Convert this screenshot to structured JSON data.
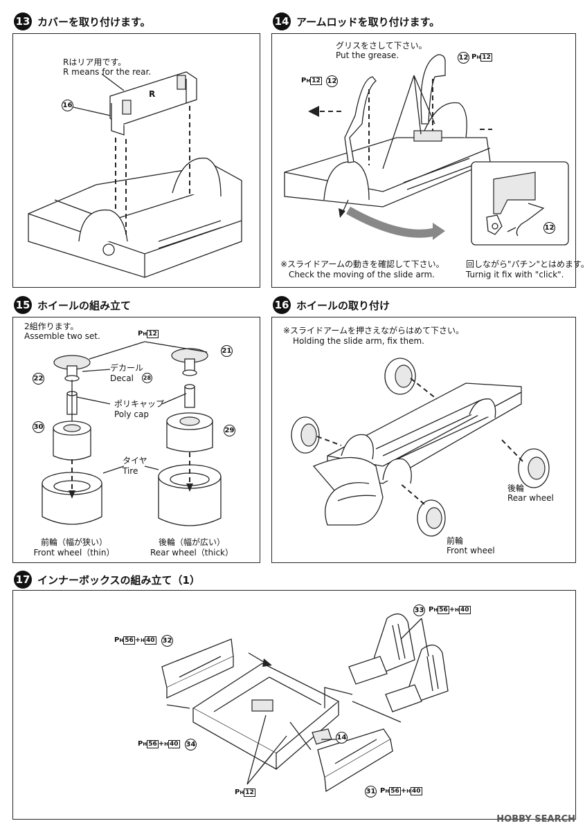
{
  "steps": {
    "s13": {
      "num": "13",
      "title": "カバーを取り付けます。",
      "note_ja": "Rはリア用です。",
      "note_en": "R means for the rear.",
      "mark_r": "R",
      "part": "16"
    },
    "s14": {
      "num": "14",
      "title": "アームロッドを取り付けます。",
      "grease_ja": "グリスをさして下さい。",
      "grease_en": "Put the grease.",
      "part_left": "12",
      "part_right": "12",
      "part_inset": "12",
      "ph": "P",
      "ph_sub": "H",
      "ph_box": "12",
      "check_ja": "※スライドアームの動きを確認して下さい。",
      "check_en": "Check the moving of the slide arm.",
      "click_ja": "回しながら\"パチン\"とはめます。",
      "click_en": "Turnig it fix with \"click\"."
    },
    "s15": {
      "num": "15",
      "title": "ホイールの組み立て",
      "two_ja": "2組作ります。",
      "two_en": "Assemble two set.",
      "ph": "P",
      "ph_sub": "H",
      "ph_box": "12",
      "part_wheel_l": "22",
      "part_wheel_r": "21",
      "part_decal": "28",
      "decal_ja": "デカール",
      "decal_en": "Decal",
      "polycap_ja": "ポリキャップ",
      "polycap_en": "Poly cap",
      "part_rim_l": "30",
      "part_rim_r": "29",
      "tire_ja": "タイヤ",
      "tire_en": "Tire",
      "front_ja": "前輪（幅が狭い）",
      "front_en": "Front wheel（thin）",
      "rear_ja": "後輪（幅が広い）",
      "rear_en": "Rear wheel（thick）"
    },
    "s16": {
      "num": "16",
      "title": "ホイールの取り付け",
      "note_ja": "※スライドアームを押さえながらはめて下さい。",
      "note_en": "Holding the slide arm, fix them.",
      "rear_ja": "後輪",
      "rear_en": "Rear wheel",
      "front_ja": "前輪",
      "front_en": "Front wheel"
    },
    "s17": {
      "num": "17",
      "title": "インナーボックスの組み立て（1）",
      "p32": "32",
      "p33": "33",
      "p34": "34",
      "p14": "14",
      "p31": "31",
      "ph": "P",
      "ph_sub": "H",
      "box56": "56",
      "plus": "+",
      "h": "H",
      "box40": "40",
      "box12": "12"
    }
  },
  "watermark": "HOBBY SEARCH"
}
